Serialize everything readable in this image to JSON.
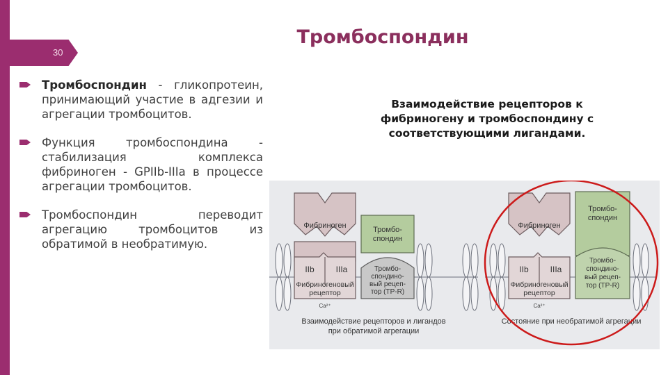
{
  "slide": {
    "number": "30",
    "title": "Тромбоспондин",
    "subtitle": "Взаимодействие рецепторов к фибриногену и тромбоспондину с соответствующими лигандами."
  },
  "bullets": [
    {
      "bold": "Тромбоспондин",
      "text": " - гликопротеин, принимающий участие в адгезии и агрегации тромбоцитов."
    },
    {
      "bold": "",
      "text": "Функция тромбоспондина - стабилизация комплекса фибриноген - GPIIb-IIIa в процессе агрегации тромбоцитов."
    },
    {
      "bold": "",
      "text": "Тромбоспондин переводит агрегацию тромбоцитов из обратимой в необратимую."
    }
  ],
  "figure": {
    "fibrinogen": "Фибриноген",
    "iib": "IIb",
    "iiia": "IIIa",
    "fib_receptor_1": "Фибриногеновый",
    "fib_receptor_2": "рецептор",
    "ca": "Ca²⁺",
    "ts_short_1": "Тромбо-",
    "ts_short_2": "спондин",
    "tsr_1": "Тромбо-",
    "tsr_2": "спондино-",
    "tsr_3": "вый рецеп-",
    "tsr_4": "тор (TP-R)",
    "caption_left_1": "Взаимодействие рецепторов и лигандов",
    "caption_left_2": "при обратимой агрегации",
    "caption_right": "Состояние при необратимой агрегации"
  },
  "colors": {
    "accent": "#9b2d6f",
    "title": "#8b2f5d",
    "fibrinogen_fill": "#d6c3c5",
    "receptor_fill": "#e2d6d7",
    "thrombospondin_fill": "#b4cc9e",
    "tsr_fill": "#c8c8c8",
    "ellipse_stroke": "#cc1a1a",
    "figure_bg": "#e9eaed"
  }
}
